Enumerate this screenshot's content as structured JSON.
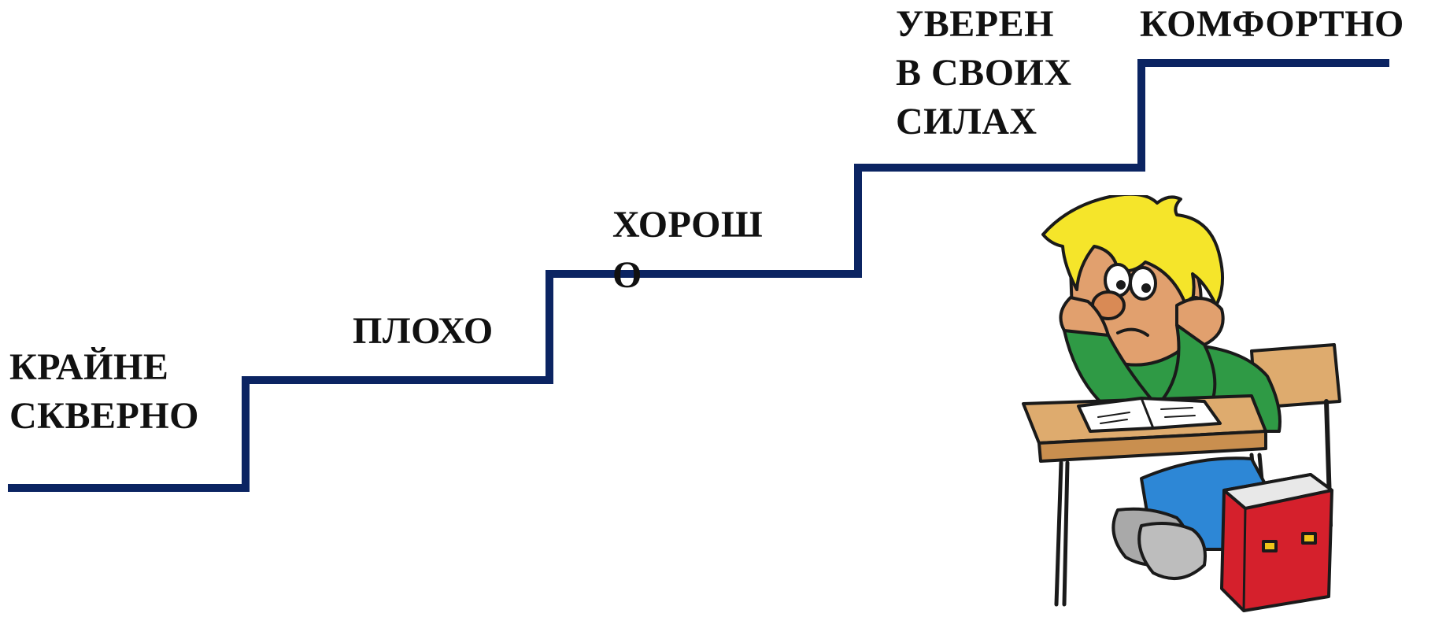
{
  "diagram": {
    "line_color": "#0b2462",
    "steps": [
      {
        "label": "КРАЙНЕ\nСКВЕРНО"
      },
      {
        "label": "ПЛОХО"
      },
      {
        "label": "ХОРОШО"
      },
      {
        "label": "УВЕРЕН\nВ СВОИХ\nСИЛАХ"
      },
      {
        "label": "КОМФОРТНО"
      }
    ]
  },
  "illustration": {
    "icon": "pensive-student-at-desk-icon",
    "colors": {
      "hair": "#f5e52a",
      "skin": "#e1a06e",
      "shirt": "#2f9a45",
      "desk": "#deab6e",
      "jeans": "#2d87d6",
      "bag": "#d5202c"
    }
  }
}
